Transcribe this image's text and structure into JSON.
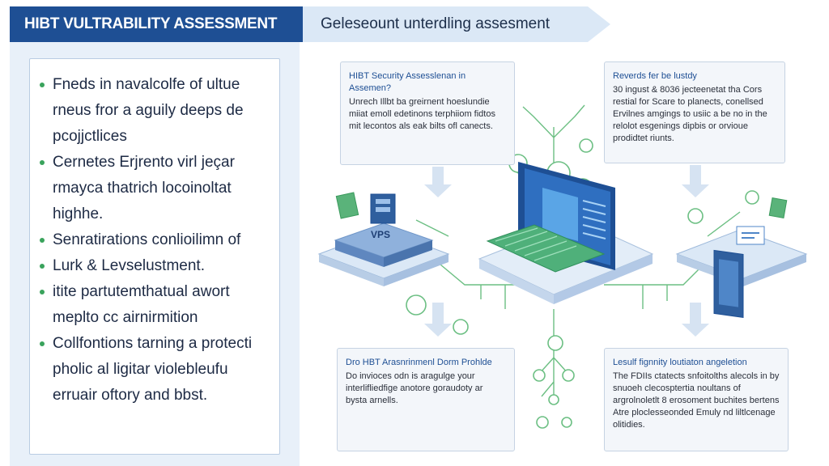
{
  "header": {
    "left_title": "HIBT VULTRABILITY ASSESSMENT",
    "right_title": "Geleseount unterdling assesment"
  },
  "bullets": [
    "Fneds in navalcolfe of ultue rneus fror a aguily deeps de pcojjctlices",
    "Cernetes Erjrento virl jeçar rmayca thatrich locoinoltat highhe.",
    "Senratirations conlioilimn of",
    "Lurk & Levselustment.",
    "itite partutemthatual awort meplto cc airnirmition",
    "Collfontions tarning a protecti pholic al ligitar violebleufu erruair oftory and bbst."
  ],
  "boxes": {
    "top_left": {
      "title": "HIBT Security Assesslenan in Assemen?",
      "body": "Unrech Illbt ba greirnent hoeslundie miiat emoll edetinons terphiiom fidtos mit lecontos als eak bilts ofl canects."
    },
    "top_right": {
      "title": "Reverds fer be lustdy",
      "body": "30 ingust & 8036 jecteenetat tha Cors restial for Scare to planects, conellsed Ervilnes amgings to usiic a be no in the relolot esgenings dipbis or orvioue prodidtet riunts."
    },
    "bottom_left": {
      "title": "Dro HBT Arasnrinmenl Dorm Prohlde",
      "body": "Do invioces odn is aragulge your interlifliedfige anotore goraudoty ar bysta arnells."
    },
    "bottom_right": {
      "title": "Lesulf fignnity loutiaton angeletion",
      "body": "The FDIIs ctatects snfoitolths alecols in by snuoeh clecosptertia noultans of argrolnoletlt 8 erosoment buchites bertens Atre ploclesseonded Emuly nd liltlcenage olitidies."
    }
  },
  "illustration": {
    "server_label": "VPS",
    "accent_blue": "#1e4f94",
    "accent_green": "#3aa35c",
    "pale_blue": "#dbe8f6"
  }
}
